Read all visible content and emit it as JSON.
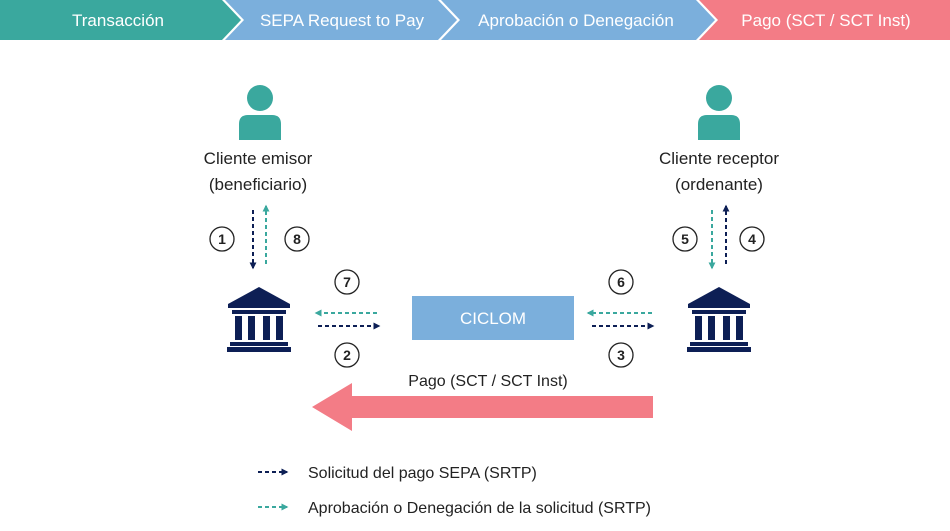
{
  "colors": {
    "stage1": "#3aa89e",
    "stage2": "#7bafdc",
    "stage3": "#7bafdc",
    "stage4": "#f37c86",
    "person": "#3aa89e",
    "bank": "#0d1f55",
    "request_arrow": "#0d1f55",
    "response_arrow": "#3aa89e",
    "ciclom_box": "#7bafdc",
    "payment_arrow": "#f37c86"
  },
  "stages": [
    {
      "label": "Transacción"
    },
    {
      "label": "SEPA Request to Pay"
    },
    {
      "label": "Aprobación o Denegación"
    },
    {
      "label": "Pago (SCT / SCT Inst)"
    }
  ],
  "payer_client": {
    "line1": "Cliente emisor",
    "line2": "(beneficiario)"
  },
  "payee_client": {
    "line1": "Cliente receptor",
    "line2": "(ordenante)"
  },
  "ciclom": {
    "label": "CICLOM"
  },
  "steps": {
    "s1": "1",
    "s2": "2",
    "s3": "3",
    "s4": "4",
    "s5": "5",
    "s6": "6",
    "s7": "7",
    "s8": "8"
  },
  "payment": {
    "label": "Pago (SCT / SCT Inst)"
  },
  "legend": {
    "request": "Solicitud del pago SEPA (SRTP)",
    "response": "Aprobación o Denegación de la solicitud (SRTP)"
  }
}
